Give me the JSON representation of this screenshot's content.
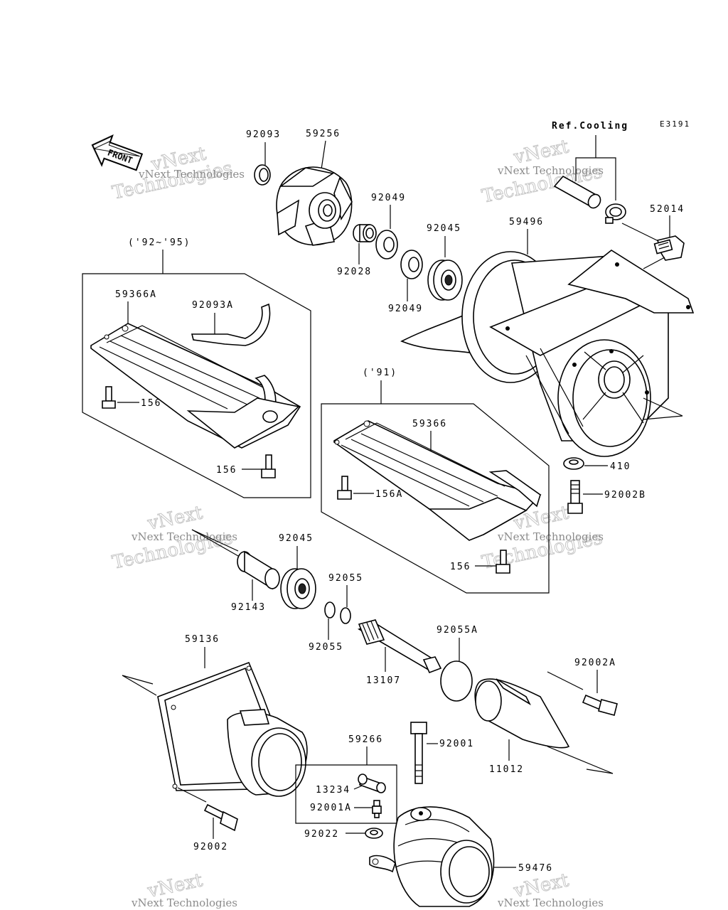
{
  "diagram_code": "E3191",
  "front_label": "FRONT",
  "ref_label": "Ref.Cooling",
  "groups": {
    "y92_95": "('92~'95)",
    "y91": "('91)"
  },
  "watermark": {
    "line1": "vNext Technologies",
    "line2": "Technologies",
    "line3": "vNext"
  },
  "labels": {
    "p92093": "92093",
    "p59256": "59256",
    "p92049a": "92049",
    "p92028": "92028",
    "p92049b": "92049",
    "p92045a": "92045",
    "p59496": "59496",
    "p52014": "52014",
    "p59366A": "59366A",
    "p92093A": "92093A",
    "p156a": "156",
    "p156b": "156",
    "p59366": "59366",
    "p156A": "156A",
    "p156c": "156",
    "p410": "410",
    "p92002B": "92002B",
    "p92045b": "92045",
    "p92143": "92143",
    "p92055a": "92055",
    "p92055b": "92055",
    "p13107": "13107",
    "p92055A": "92055A",
    "p59136": "59136",
    "p92002A": "92002A",
    "p59266": "59266",
    "p92001": "92001",
    "p11012": "11012",
    "p13234": "13234",
    "p92001A": "92001A",
    "p92022": "92022",
    "p92002": "92002",
    "p59476": "59476"
  }
}
